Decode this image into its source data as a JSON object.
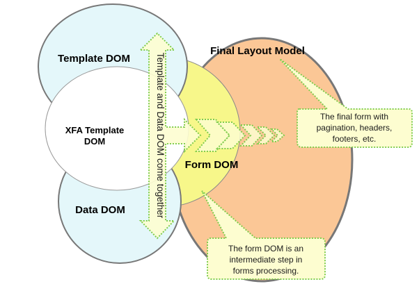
{
  "colors": {
    "template_dom": "#e4f7fa",
    "data_dom": "#e4f7fa",
    "xfa_template": "#ffffff",
    "form_dom": "#f7f78a",
    "final_layout": "#fbc796",
    "callout": "#fdfdd0",
    "dotted_border": "#7fcc4c",
    "circle_stroke": "#777777"
  },
  "nodes": {
    "template_dom": "Template DOM",
    "xfa_template_line1": "XFA Template",
    "xfa_template_line2": "DOM",
    "data_dom": "Data DOM",
    "form_dom": "Form DOM",
    "final_layout": "Final Layout Model"
  },
  "arrows": {
    "vertical_label": "Template and Data DOM come together"
  },
  "callouts": {
    "final_form": {
      "lines": [
        "The final form with",
        "pagination, headers,",
        "footers, etc."
      ]
    },
    "form_dom_note": {
      "lines": [
        "The form DOM is an",
        "intermediate step in",
        "forms processing."
      ]
    }
  }
}
